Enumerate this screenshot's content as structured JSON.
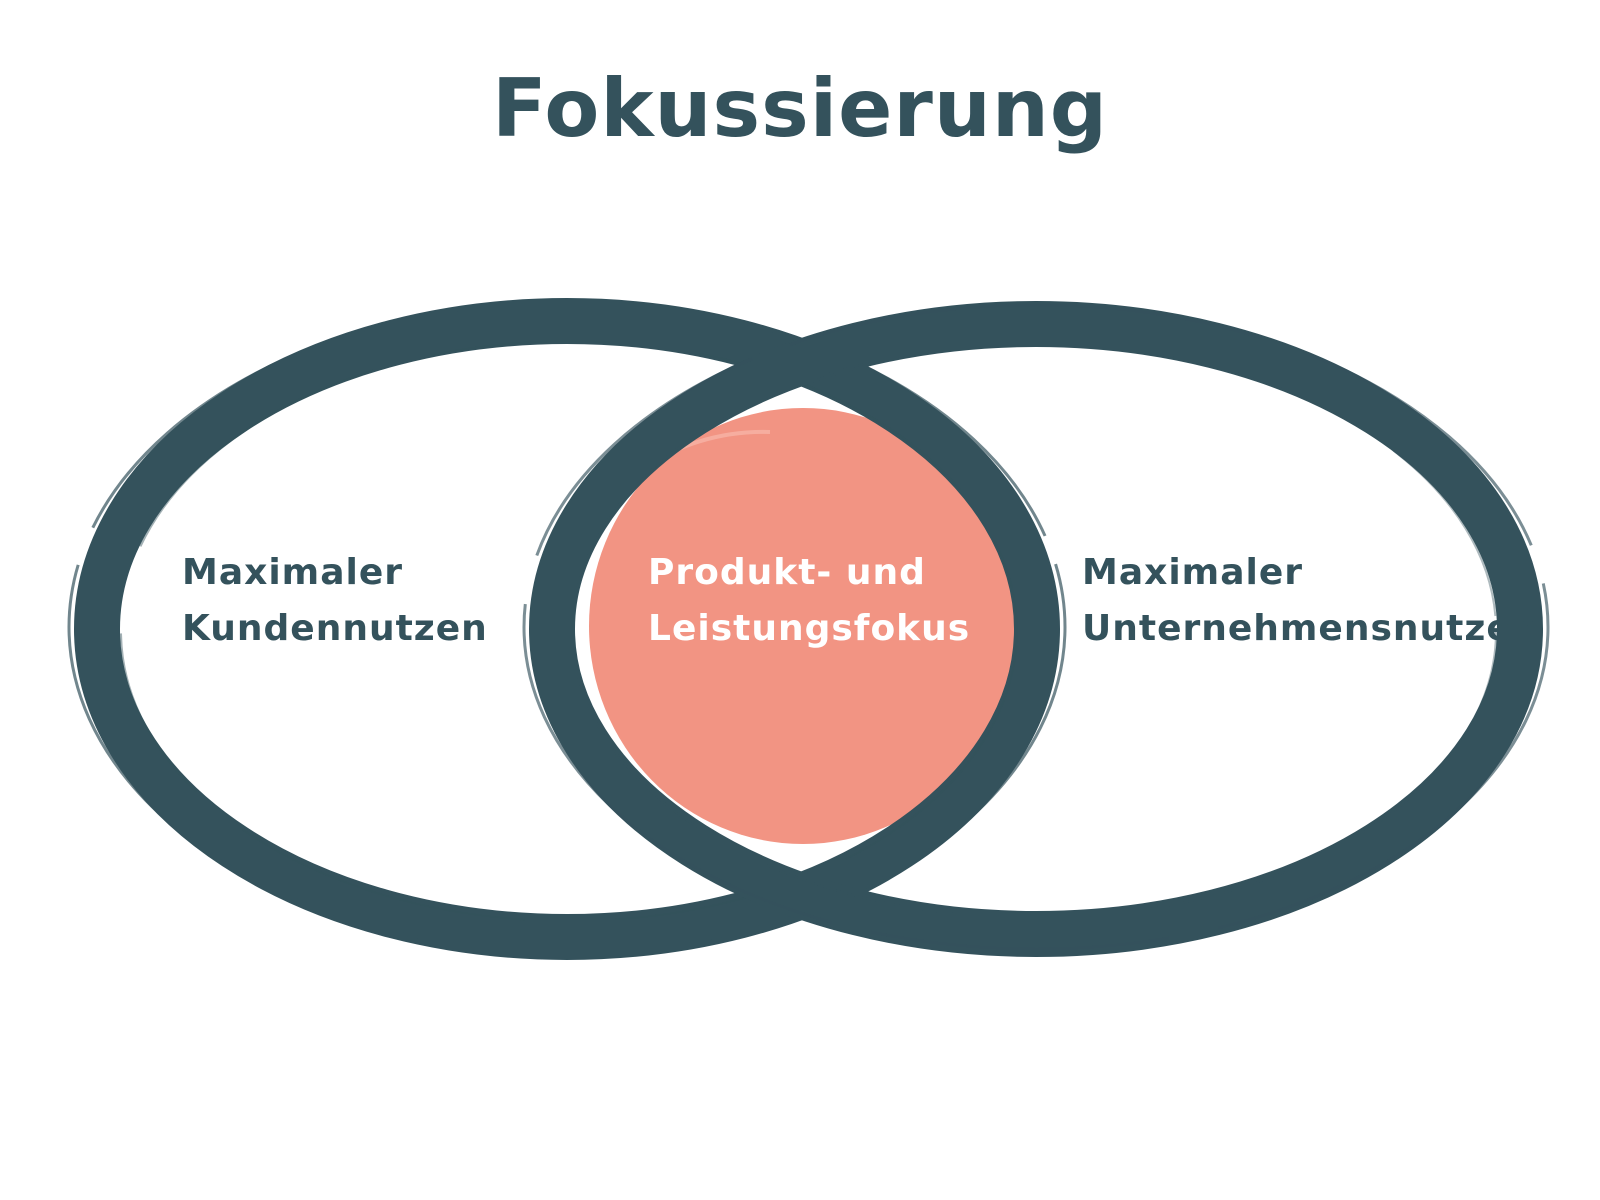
{
  "title": "Fokussierung",
  "colors": {
    "ring": "#34525c",
    "intersection": "#f29483",
    "background": "#ffffff",
    "center_text": "#ffffff"
  },
  "sets": {
    "left": {
      "line1": "Maximaler",
      "line2": "Kundennutzen"
    },
    "right": {
      "line1": "Maximaler",
      "line2": "Unternehmensnutzen"
    }
  },
  "intersection": {
    "line1": "Produkt- und",
    "line2": "Leistungsfokus"
  }
}
